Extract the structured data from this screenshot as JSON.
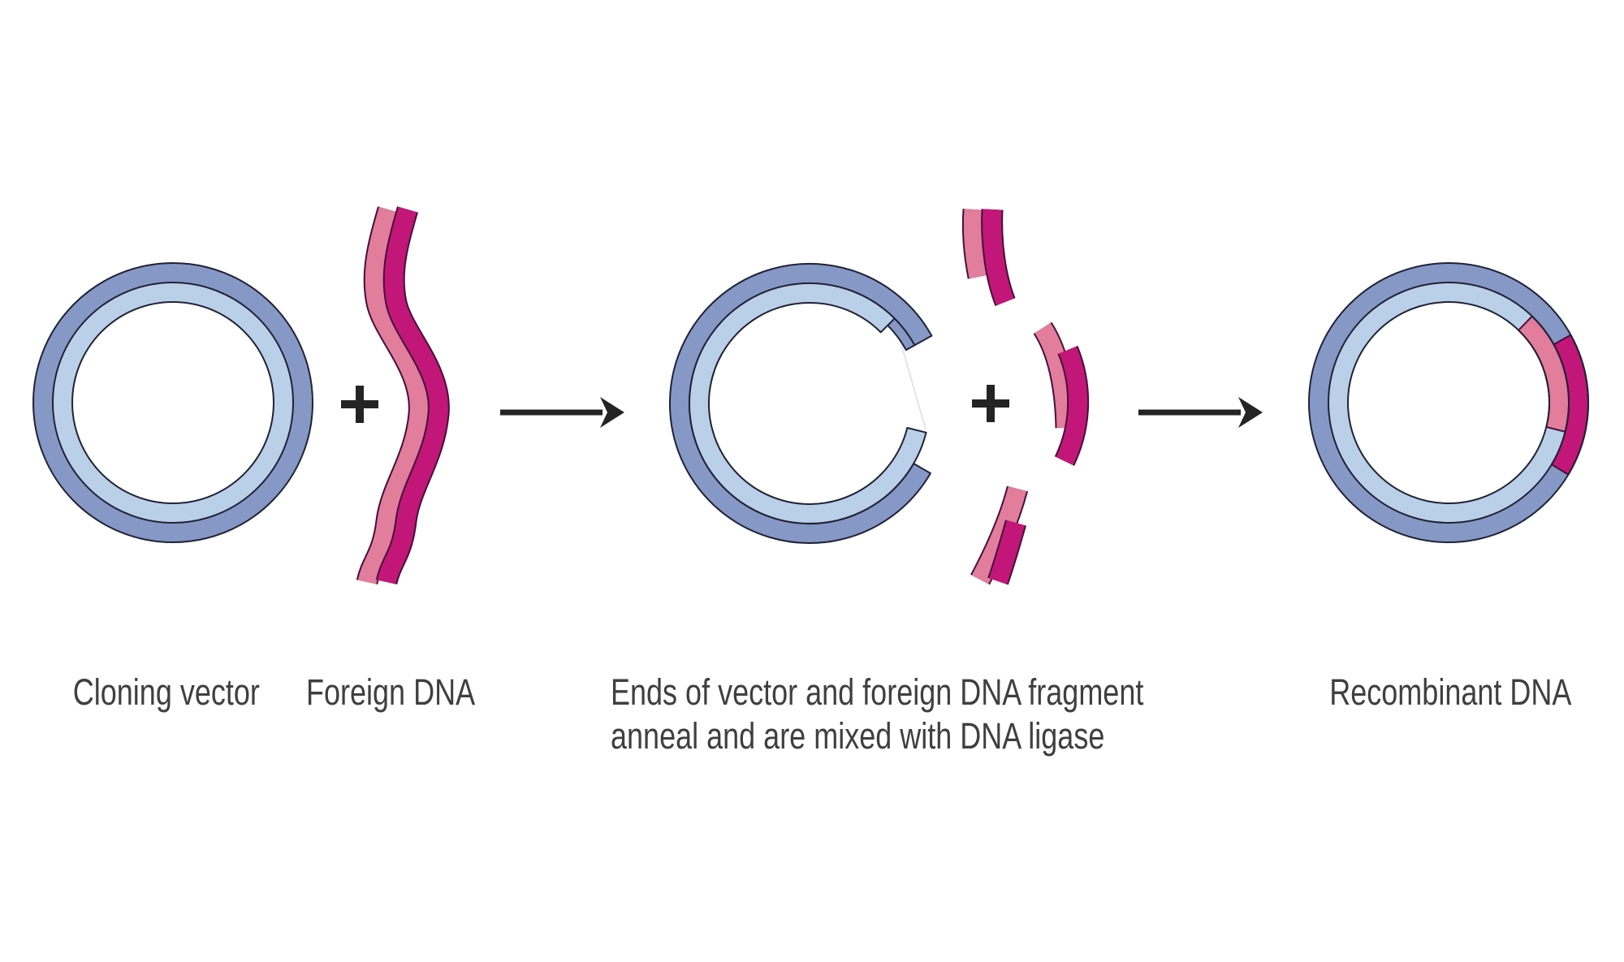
{
  "figure": {
    "title": "DNA cloning diagram",
    "labels": {
      "cloning_vector": "Cloning vector",
      "foreign_dna": "Foreign DNA",
      "caption_line1": "Ends of vector and foreign DNA fragment",
      "caption_line2": "anneal and are mixed with DNA ligase",
      "recombinant_dna": "Recombinant DNA"
    },
    "operators": {
      "plus": "+",
      "arrow": "→"
    },
    "icons": [
      "plus-icon",
      "arrow-right-icon"
    ]
  },
  "colors": {
    "blue_outer": "#8598c6",
    "blue_inner": "#badoe8_fix",
    "blue_inner_hex": "#bad0e8",
    "pink": "#e27d9c",
    "magenta": "#c31679",
    "outline_blue": "#202235",
    "outline_pink": "#44103c",
    "ink": "#242424",
    "text": "#3f3f3f",
    "faint": "#e4e4ea"
  }
}
